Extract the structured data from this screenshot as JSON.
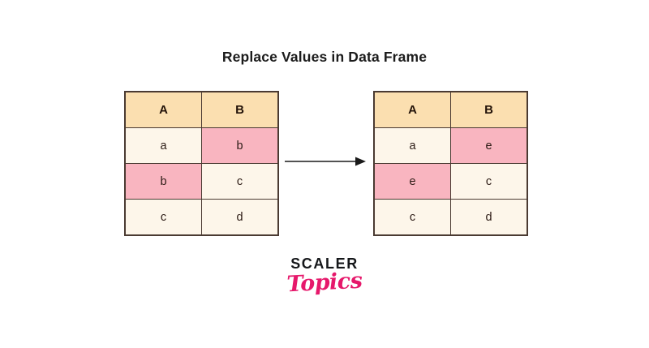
{
  "title": "Replace Values in Data Frame",
  "tables": {
    "before": {
      "name": "before-table",
      "columns": [
        "A",
        "B"
      ],
      "rows": [
        [
          {
            "value": "a",
            "highlight": false
          },
          {
            "value": "b",
            "highlight": true
          }
        ],
        [
          {
            "value": "b",
            "highlight": true
          },
          {
            "value": "c",
            "highlight": false
          }
        ],
        [
          {
            "value": "c",
            "highlight": false
          },
          {
            "value": "d",
            "highlight": false
          }
        ]
      ]
    },
    "after": {
      "name": "after-table",
      "columns": [
        "A",
        "B"
      ],
      "rows": [
        [
          {
            "value": "a",
            "highlight": false
          },
          {
            "value": "e",
            "highlight": true
          }
        ],
        [
          {
            "value": "e",
            "highlight": true
          },
          {
            "value": "c",
            "highlight": false
          }
        ],
        [
          {
            "value": "c",
            "highlight": false
          },
          {
            "value": "d",
            "highlight": false
          }
        ]
      ]
    }
  },
  "arrow": {
    "icon": "arrow-right-icon",
    "direction": "right"
  },
  "logo": {
    "primary": "SCALER",
    "secondary": "Topics"
  },
  "colors": {
    "header_fill": "#FBDFB0",
    "cell_fill": "#FDF6EA",
    "highlight_fill": "#F9B5C0",
    "border": "#4A3A32",
    "text": "#2B1A14",
    "title_text": "#1C1C1C",
    "logo_pink": "#E6186B",
    "logo_black": "#15171A",
    "background": "#FFFFFF"
  }
}
